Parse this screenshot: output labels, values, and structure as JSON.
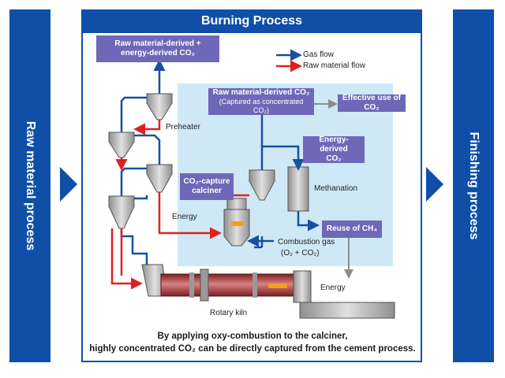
{
  "side": {
    "left_label": "Raw material process",
    "right_label": "Finishing process"
  },
  "main": {
    "title": "Burning Process"
  },
  "legend": {
    "gas_flow": "Gas flow",
    "raw_material_flow": "Raw material flow"
  },
  "boxes": {
    "top_co2": [
      "Raw material-derived +",
      "energy-derived CO₂"
    ],
    "captured_co2": "Raw material-derived CO₂",
    "captured_co2_sub": "(Captured as concentrated CO₂)",
    "effective_use": "Effective use of CO₂",
    "energy_co2": [
      "Energy-derived",
      "CO₂"
    ],
    "calciner": [
      "CO₂-capture",
      "calciner"
    ],
    "reuse_ch4": "Reuse of CH₄"
  },
  "labels": {
    "preheater": "Preheater",
    "methanation": "Methanation",
    "energy_calciner": "Energy",
    "combustion_gas": "Combustion gas",
    "combustion_gas_formula": "(O₂ + CO₂)",
    "energy_kiln": "Energy",
    "rotary_kiln": "Rotary kiln"
  },
  "caption": {
    "line1": "By applying oxy-combustion to the calciner,",
    "line2": "highly concentrated CO₂ can be directly captured from the cement process."
  },
  "colors": {
    "brand_blue": "#0f4fa8",
    "label_purple": "#6e68b8",
    "capture_zone": "#cfe8f6",
    "raw_flow_red": "#e02020",
    "gas_flow_blue": "#1a4fa0",
    "co2_gray": "#8c8c8c"
  }
}
